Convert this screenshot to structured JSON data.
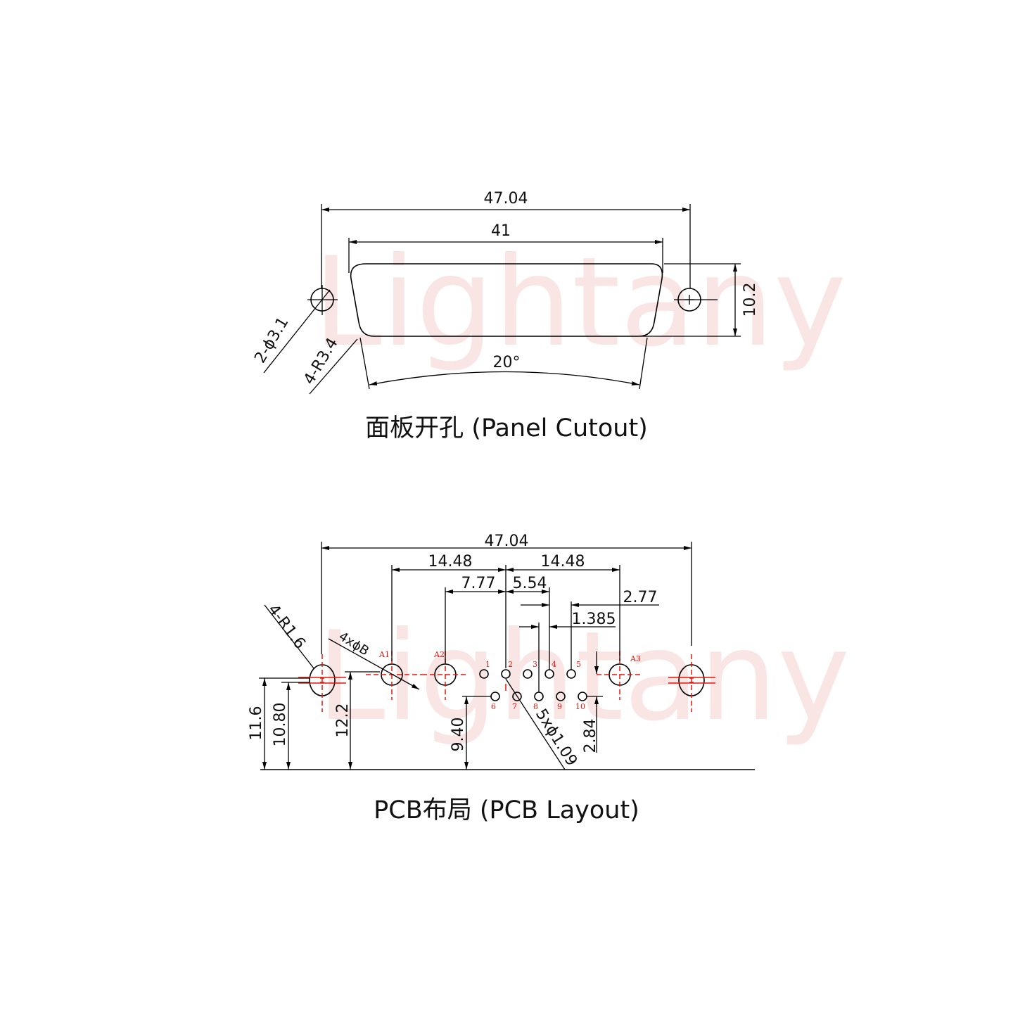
{
  "watermark": "Lightany",
  "colors": {
    "line": "#000000",
    "accent": "#e8150c",
    "watermark": "#f7d0d0"
  },
  "panel": {
    "caption": "面板开孔 (Panel Cutout)",
    "dims": {
      "overall_width": "47.04",
      "shell_width": "41",
      "height": "10.2",
      "angle": "20°",
      "holes": "2-ϕ3.1",
      "corner_radius": "4-R3.4"
    }
  },
  "pcb": {
    "caption": "PCB布局 (PCB Layout)",
    "dims": {
      "overall_width": "47.04",
      "left_half": "14.48",
      "right_half": "14.48",
      "d_7_77": "7.77",
      "d_5_54": "5.54",
      "d_2_77": "2.77",
      "d_1_385": "1.385",
      "corner_radius": "4-R1.6",
      "mount_holes": "4xϕB",
      "pin_holes": "5xϕ1.09",
      "h_11_6": "11.6",
      "h_10_80": "10.80",
      "h_12_2": "12.2",
      "h_9_40": "9.40",
      "h_2_84": "2.84"
    },
    "contact_labels": {
      "a1": "A1",
      "a2": "A2",
      "a3": "A3"
    },
    "pin_labels": [
      "1",
      "2",
      "3",
      "4",
      "5",
      "6",
      "7",
      "8",
      "9",
      "10"
    ]
  }
}
